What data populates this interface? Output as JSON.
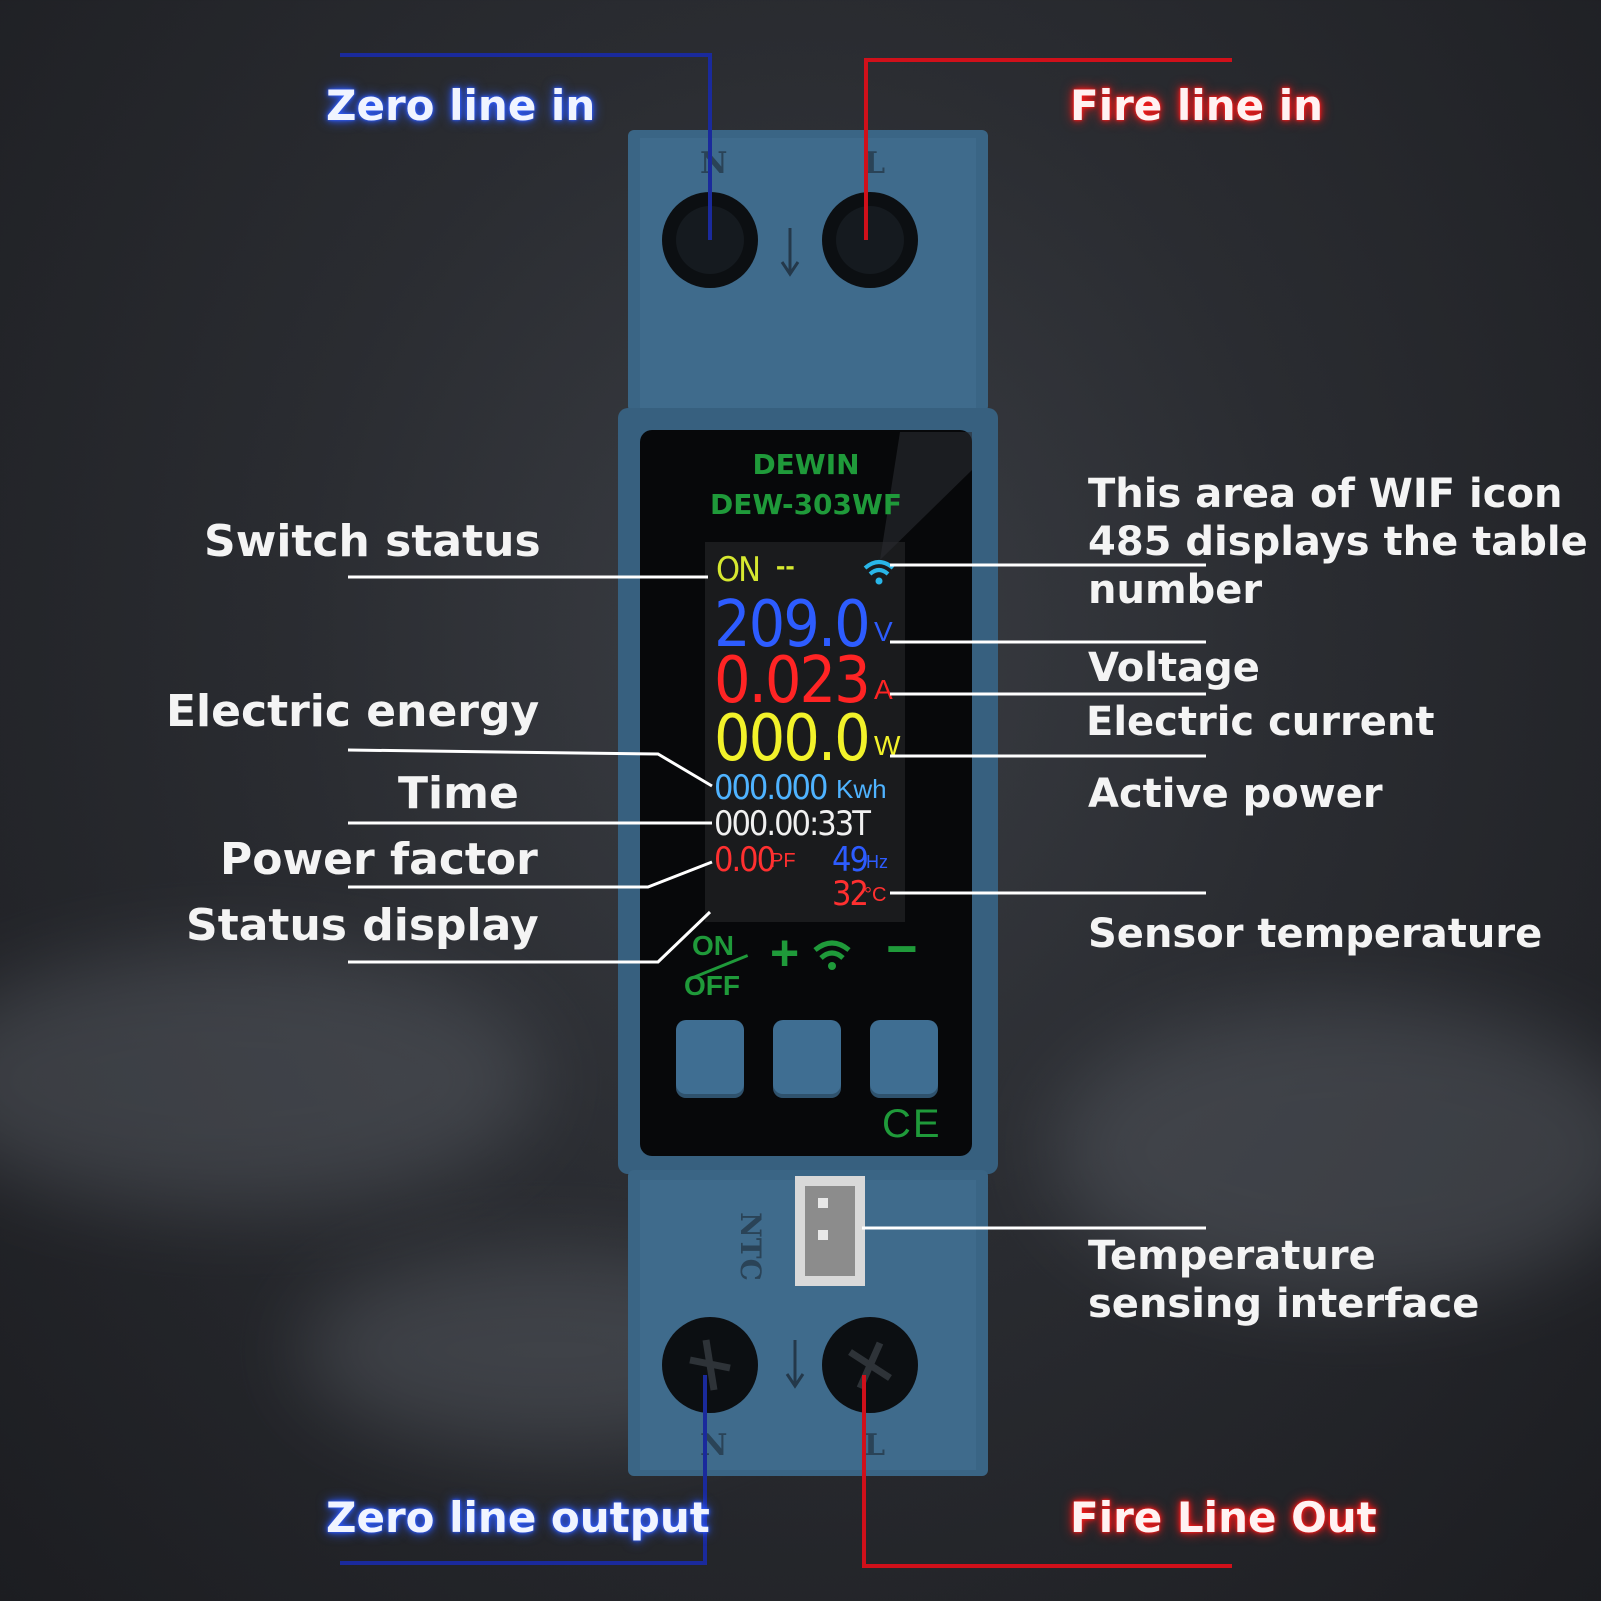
{
  "callouts": {
    "zero_line_in": "Zero line in",
    "fire_line_in": "Fire line in",
    "switch_status": "Switch status",
    "electric_energy": "Electric energy",
    "time": "Time",
    "power_factor": "Power factor",
    "status_display": "Status display",
    "wifi_area": [
      "This area of WIF icon",
      "485 displays the table",
      "number"
    ],
    "voltage": "Voltage",
    "electric_current": "Electric current",
    "active_power": "Active power",
    "sensor_temperature": "Sensor temperature",
    "temp_interface": [
      "Temperature",
      "sensing interface"
    ],
    "zero_line_output": "Zero line output",
    "fire_line_out": "Fire Line Out"
  },
  "device": {
    "brand": "DEWIN",
    "model": "DEW-303WF",
    "terminal_top_n": "N",
    "terminal_top_l": "L",
    "terminal_bottom_n": "N",
    "terminal_bottom_l": "L",
    "ntc_label": "NTC",
    "ce_mark": "CE",
    "button_labels": {
      "on": "ON",
      "off": "OFF",
      "plus": "+",
      "minus": "−"
    }
  },
  "screen": {
    "switch_state": "ON",
    "status_dash": "--",
    "voltage_value": "209.0",
    "voltage_unit": "V",
    "current_value": "0.023",
    "current_unit": "A",
    "power_value": "000.0",
    "power_unit": "W",
    "energy_value": "000.000",
    "energy_unit": "Kwh",
    "time_value": "000.00:33T",
    "pf_value": "0.00",
    "pf_unit": "PF",
    "freq_value": "49",
    "freq_unit": "Hz",
    "temp_value": "32",
    "temp_unit": "°C"
  },
  "colors": {
    "zero_line": "#1a2a9c",
    "fire_line": "#d0101a",
    "device_body": "#3a6585",
    "screen_green": "#1f9a3a",
    "voltage_blue": "#2d5cff",
    "current_red": "#ff2424",
    "power_yellow": "#f2f22a",
    "energy_cyan": "#4fb3ff",
    "temp_red": "#ff3030"
  }
}
